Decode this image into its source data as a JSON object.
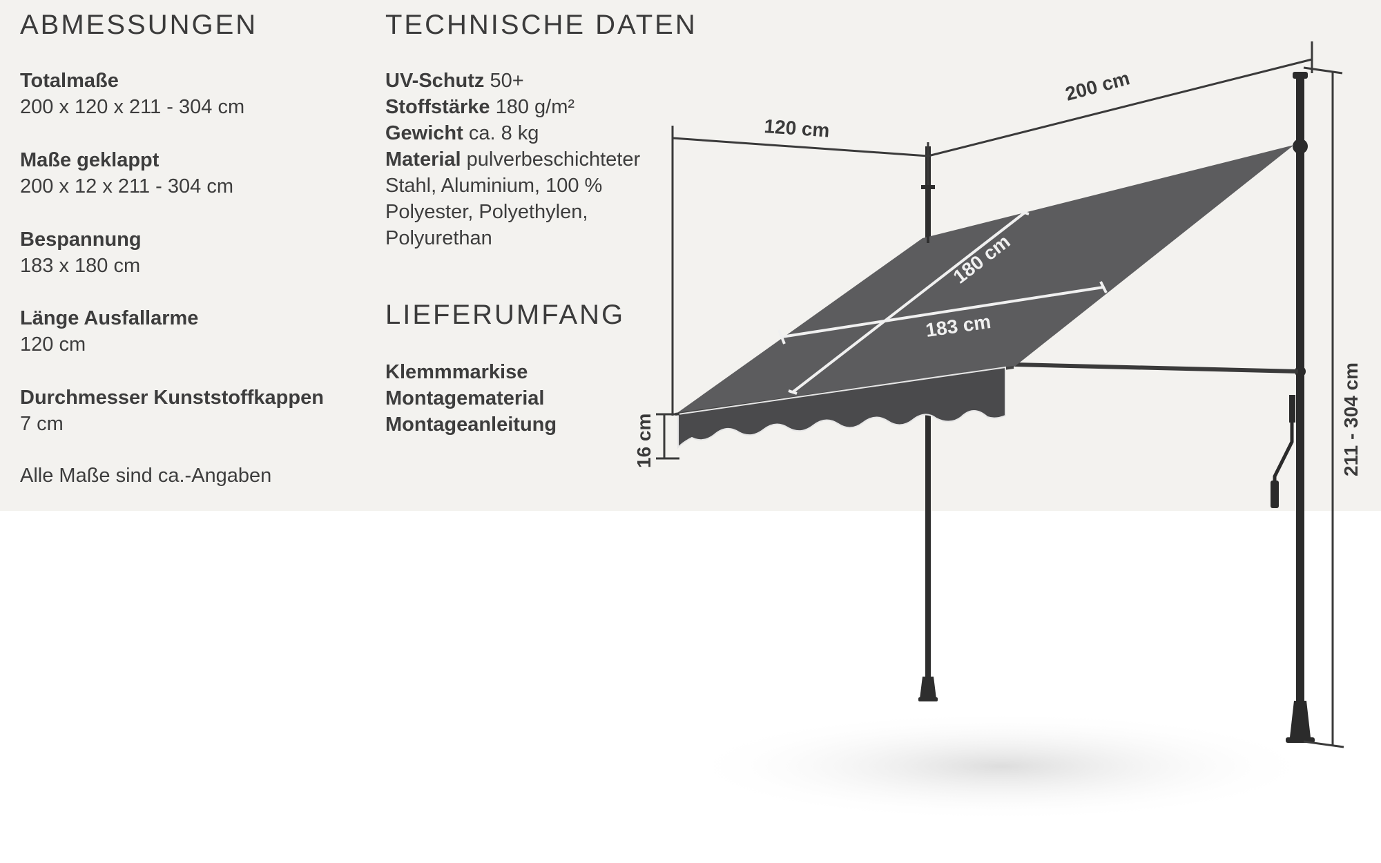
{
  "sections": {
    "dimensions": {
      "heading": "ABMESSUNGEN",
      "items": [
        {
          "label": "Totalmaße",
          "value": "200 x 120 x 211 - 304 cm"
        },
        {
          "label": "Maße geklappt",
          "value": "200 x 12 x 211 - 304 cm"
        },
        {
          "label": "Bespannung",
          "value": "183 x 180 cm"
        },
        {
          "label": "Länge Ausfallarme",
          "value": "120 cm"
        },
        {
          "label": "Durchmesser Kunststoffkappen",
          "value": "7 cm"
        }
      ],
      "note": "Alle Maße sind ca.-Angaben"
    },
    "technical": {
      "heading": "TECHNISCHE DATEN",
      "items": [
        {
          "label": "UV-Schutz",
          "value": "50+"
        },
        {
          "label": "Stoffstärke",
          "value": "180 g/m²"
        },
        {
          "label": "Gewicht",
          "value": "ca. 8 kg"
        },
        {
          "label": "Material",
          "value": "pulverbeschichteter Stahl, Aluminium, 100 % Polyester, Polyethylen, Polyurethan"
        }
      ]
    },
    "delivery": {
      "heading": "LIEFERUMFANG",
      "items": [
        "Klemmmarkise",
        "Montagematerial",
        "Montageanleitung"
      ]
    }
  },
  "illustration": {
    "width_label": "200 cm",
    "depth_label": "120 cm",
    "fabric_depth_label": "180 cm",
    "fabric_width_label": "183 cm",
    "valance_label": "16 cm",
    "height_label": "211 - 304 cm",
    "colors": {
      "panel_bg": "#f3f2ef",
      "fabric": "#5c5c5e",
      "fabric_dark": "#4a4a4c",
      "pole": "#2e2e2e",
      "dimension_line": "#3a3a3a"
    }
  }
}
